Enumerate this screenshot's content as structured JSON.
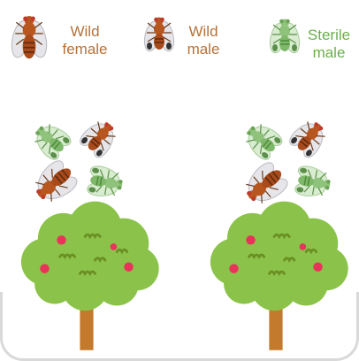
{
  "legend": {
    "wild_female": {
      "line1": "Wild",
      "line2": "female"
    },
    "wild_male": {
      "line1": "Wild",
      "line2": "male"
    },
    "sterile_male": {
      "line1": "Sterile",
      "line2": "male"
    }
  },
  "colors": {
    "wild_label": "#b5723a",
    "sterile_label": "#6ab04c",
    "wild_fly_body": "#b8561f",
    "sterile_fly_body": "#8fc27a",
    "canopy": "#8bc34a",
    "trunk": "#c47a2c",
    "fruit": "#e8335a",
    "leaf_mark": "#6b8f23"
  },
  "icons": [
    "wild-female-fly-icon",
    "wild-male-fly-icon",
    "sterile-male-fly-icon",
    "tree-icon"
  ]
}
